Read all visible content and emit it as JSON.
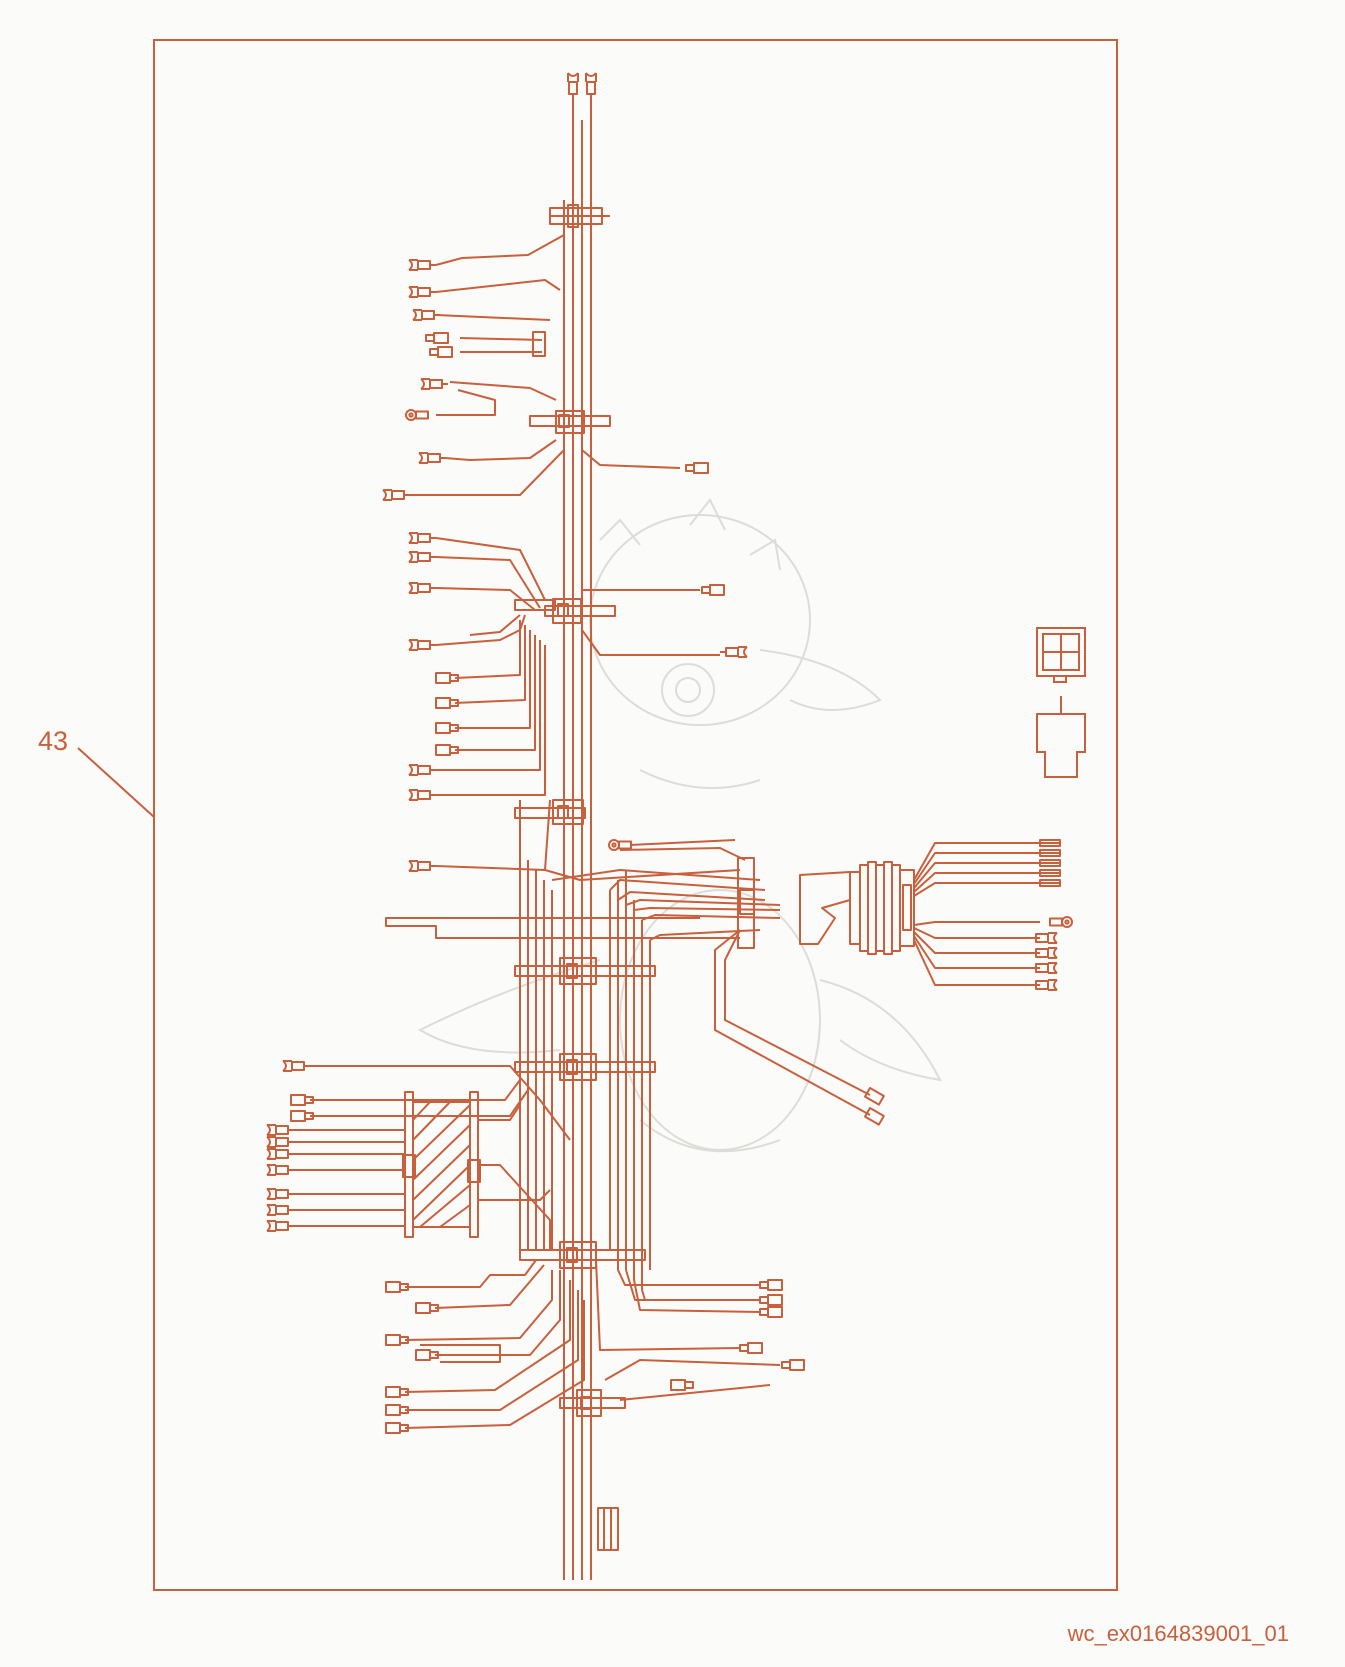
{
  "diagram": {
    "callout_number": "43",
    "figure_id": "wc_ex0164839001_01",
    "line_color": "#c8603d",
    "background_color": "#fbfbf9",
    "watermark_color": "#d9d9d6",
    "watermark_icon": "dragon-mascot-watermark",
    "parts": {
      "harness": "wiring-harness",
      "connector_block": "multi-pin-connector-icon",
      "connector_plug": "connector-plug-icon",
      "coil": "coil-winding",
      "main_connector": "bulkhead-connector"
    }
  }
}
